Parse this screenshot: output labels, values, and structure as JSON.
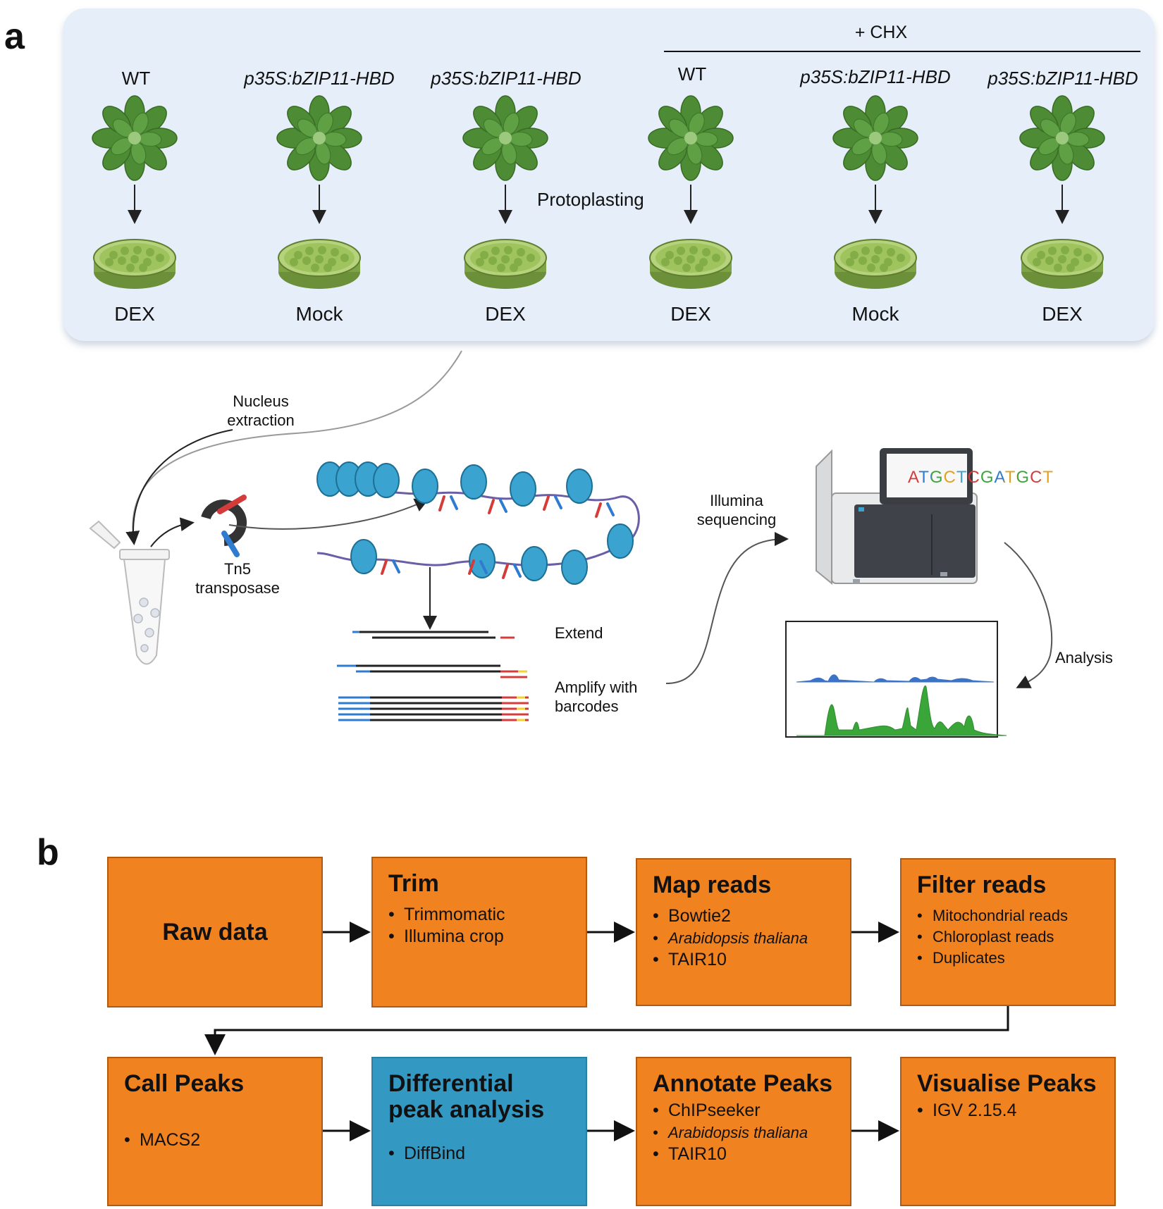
{
  "panel_a": {
    "letter": "a",
    "chx_label": "+ CHX",
    "columns": [
      {
        "genotype": "WT",
        "italic": false,
        "treatment": "DEX"
      },
      {
        "genotype": "p35S:bZIP11-HBD",
        "italic": true,
        "treatment": "Mock"
      },
      {
        "genotype": "p35S:bZIP11-HBD",
        "italic": true,
        "treatment": "DEX"
      },
      {
        "genotype": "WT",
        "italic": false,
        "treatment": "DEX"
      },
      {
        "genotype": "p35S:bZIP11-HBD",
        "italic": true,
        "treatment": "Mock"
      },
      {
        "genotype": "p35S:bZIP11-HBD",
        "italic": true,
        "treatment": "DEX"
      }
    ],
    "protoplasting": "Protoplasting",
    "nucleus_extraction": "Nucleus extraction",
    "tn5": "Tn5 transposase",
    "extend": "Extend",
    "amplify": "Amplify with barcodes",
    "illumina": "Illumina sequencing",
    "sequence": "ATGCTCGATGCT",
    "analysis": "Analysis",
    "colors": {
      "panel_bg": "#e6eef9",
      "leaf": "#4d8c35",
      "dish": "#8fba55",
      "nucleosome": "#3aa3cf"
    }
  },
  "panel_b": {
    "letter": "b",
    "row1": [
      {
        "title": "Raw data",
        "items": []
      },
      {
        "title": "Trim",
        "items": [
          {
            "text": "Trimmomatic",
            "italic": false
          },
          {
            "text": "Illumina crop",
            "italic": false
          }
        ]
      },
      {
        "title": "Map reads",
        "items": [
          {
            "text": "Bowtie2",
            "italic": false
          },
          {
            "text": "Arabidopsis thaliana",
            "italic": true
          },
          {
            "text": "TAIR10",
            "italic": false
          }
        ]
      },
      {
        "title": "Filter reads",
        "items": [
          {
            "text": "Mitochondrial reads",
            "italic": false
          },
          {
            "text": "Chloroplast reads",
            "italic": false
          },
          {
            "text": "Duplicates",
            "italic": false
          }
        ]
      }
    ],
    "row2": [
      {
        "title": "Call Peaks",
        "items": [
          {
            "text": "MACS2",
            "italic": false
          }
        ]
      },
      {
        "title": "Differential peak analysis",
        "items": [
          {
            "text": "DiffBind",
            "italic": false
          }
        ]
      },
      {
        "title": "Annotate Peaks",
        "items": [
          {
            "text": "ChIPseeker",
            "italic": false
          },
          {
            "text": "Arabidopsis thaliana",
            "italic": true
          },
          {
            "text": "TAIR10",
            "italic": false
          }
        ]
      },
      {
        "title": "Visualise Peaks",
        "items": [
          {
            "text": "IGV 2.15.4",
            "italic": false
          }
        ]
      }
    ],
    "colors": {
      "box": "#f08220",
      "box_highlight": "#3399c3"
    }
  }
}
